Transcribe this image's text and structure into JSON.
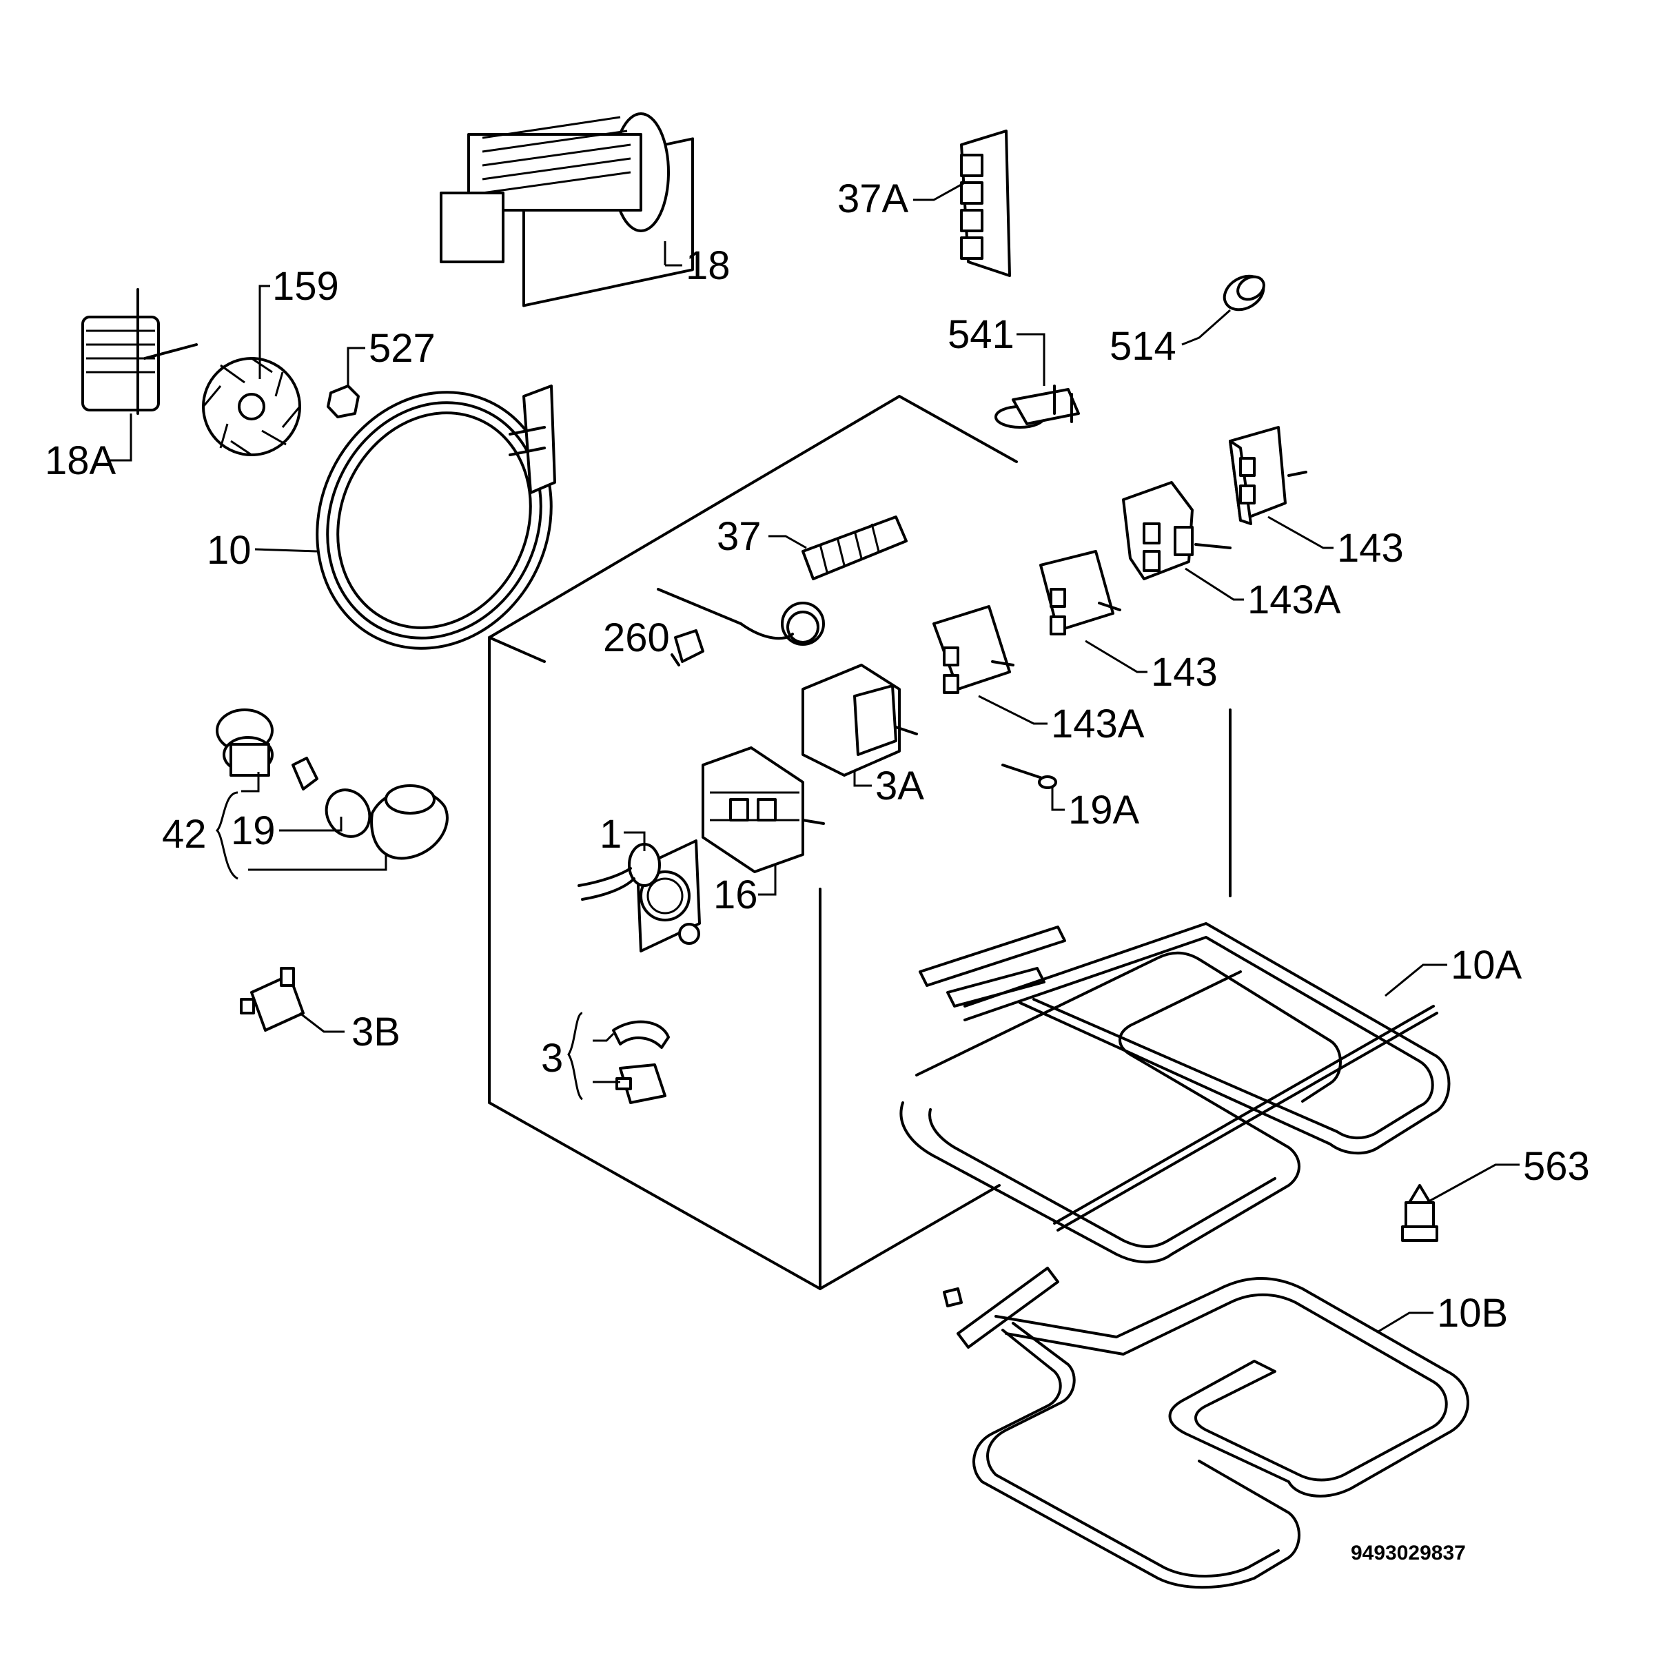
{
  "labels": {
    "l18": "18",
    "l37a": "37A",
    "l159": "159",
    "l527": "527",
    "l18a": "18A",
    "l541": "541",
    "l514": "514",
    "l10": "10",
    "l37": "37",
    "l143_1": "143",
    "l143a_1": "143A",
    "l260": "260",
    "l143_2": "143",
    "l143a_2": "143A",
    "l3a": "3A",
    "l19a": "19A",
    "l42": "42",
    "l19": "19",
    "l1": "1",
    "l16": "16",
    "l10a": "10A",
    "l3b": "3B",
    "l3": "3",
    "l563": "563",
    "l10b": "10B"
  },
  "diagram_code": "9493029837"
}
